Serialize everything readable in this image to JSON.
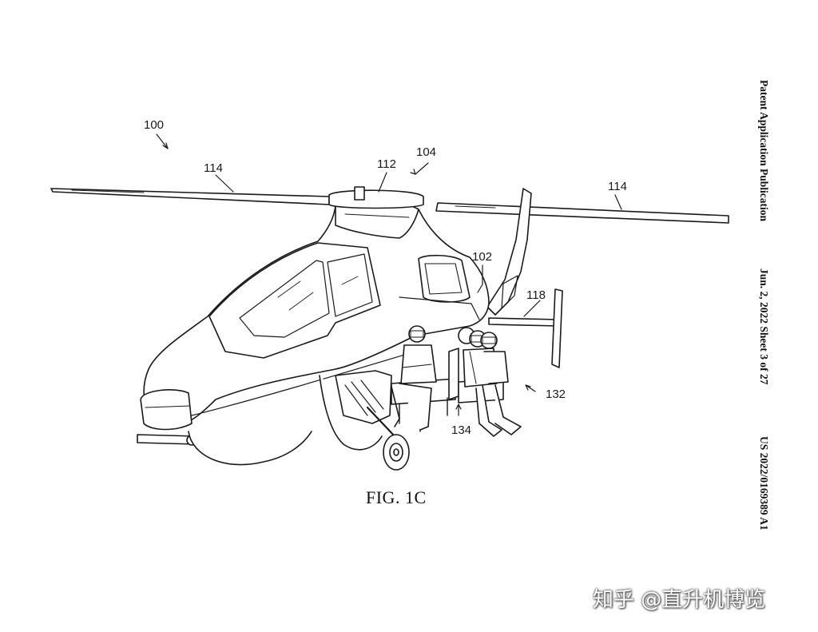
{
  "figure": {
    "title": "FIG. 1C"
  },
  "reference_numerals": {
    "helicopter": "100",
    "rotor_system": "104",
    "hub": "112",
    "blade_left": "114",
    "blade_right": "114",
    "fuselage": "102",
    "tail": "118",
    "passengers": "132",
    "seat": "134"
  },
  "header": {
    "publication_type": "Patent Application Publication",
    "date_sheet": "Jun. 2, 2022   Sheet 3 of 27",
    "publication_number": "US 2022/0169389 A1"
  },
  "watermark": {
    "text": "知乎 @直升机博览"
  }
}
